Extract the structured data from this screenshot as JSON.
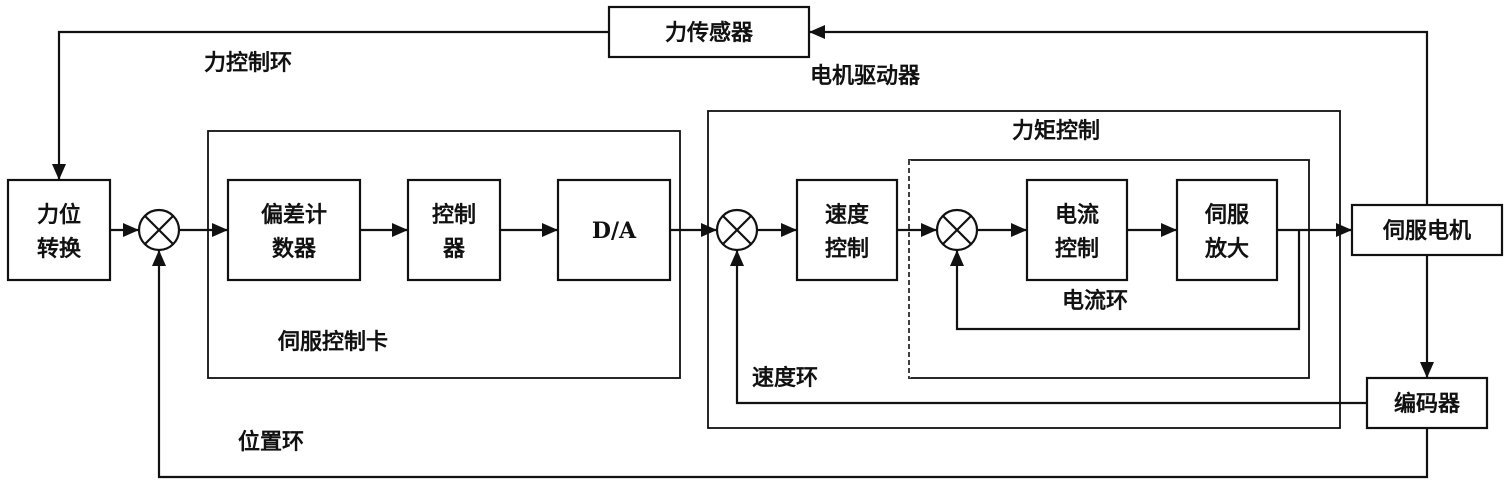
{
  "diagram": {
    "type": "control-block-diagram",
    "blocks": {
      "force_position": [
        "力位",
        "转换"
      ],
      "deviation_counter": [
        "偏差计",
        "数器"
      ],
      "controller": [
        "控制",
        "器"
      ],
      "da": "D/A",
      "speed_control": [
        "速度",
        "控制"
      ],
      "current_control": [
        "电流",
        "控制"
      ],
      "servo_amp": [
        "伺服",
        "放大"
      ],
      "servo_motor": "伺服电机",
      "encoder": "编码器",
      "force_sensor": "力传感器"
    },
    "groups": {
      "servo_card": "伺服控制卡",
      "motor_driver": "电机驱动器",
      "torque_control": "力矩控制"
    },
    "loops": {
      "force_loop": "力控制环",
      "position_loop": "位置环",
      "speed_loop": "速度环",
      "current_loop": "电流环"
    }
  }
}
